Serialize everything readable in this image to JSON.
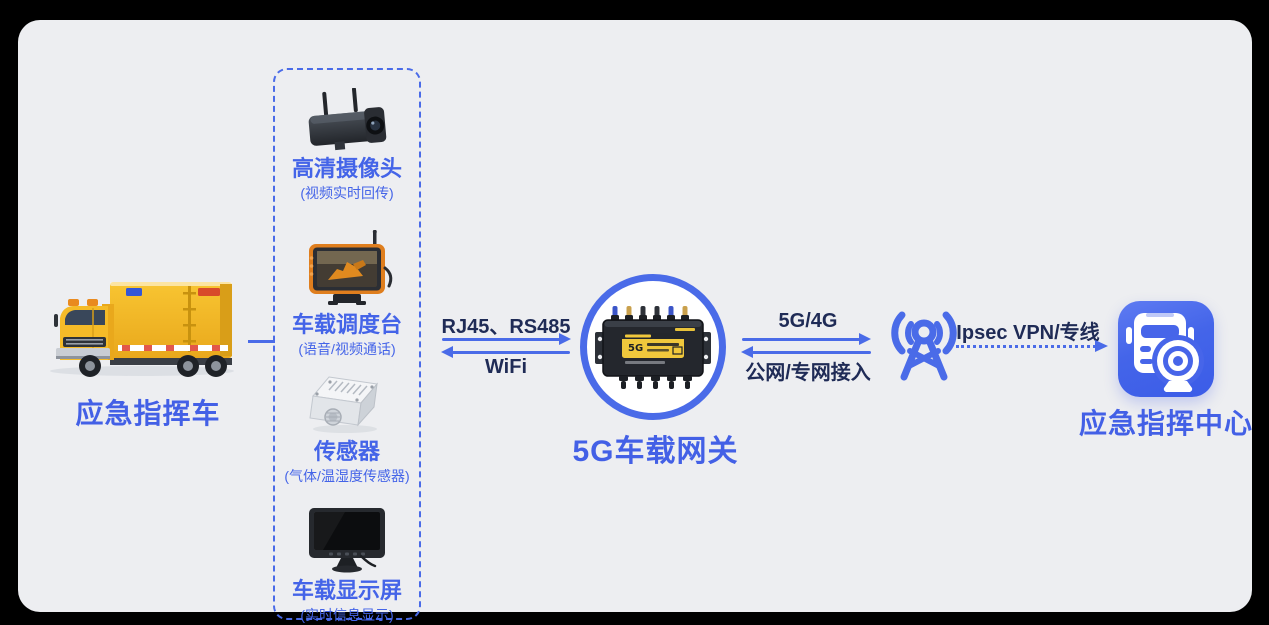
{
  "colors": {
    "background": "#000000",
    "panel": "#EDEEF1",
    "accent_blue": "#4A6BE8",
    "title_blue": "#4360E6",
    "link_label_navy": "#1F2B56",
    "truck_yellow": "#F5BB28",
    "router_label_yellow": "#F0C83C"
  },
  "vehicle": {
    "title": "应急指挥车",
    "icon": "command-vehicle-truck-icon"
  },
  "devices": {
    "items": [
      {
        "label": "高清摄像头",
        "subtitle": "(视频实时回传)",
        "icon": "hd-camera-icon"
      },
      {
        "label": "车载调度台",
        "subtitle": "(语音/视频通话)",
        "icon": "dispatch-console-icon"
      },
      {
        "label": "传感器",
        "subtitle": "(气体/温湿度传感器)",
        "icon": "sensor-icon"
      },
      {
        "label": "车载显示屏",
        "subtitle": "(实时信息显示)",
        "icon": "vehicle-display-icon"
      }
    ]
  },
  "gateway": {
    "title": "5G车载网关",
    "badge": "5G",
    "icon": "5g-router-icon"
  },
  "links": {
    "device_to_gateway": {
      "to_gateway": "RJ45、RS485",
      "from_gateway": "WiFi"
    },
    "gateway_to_tower": {
      "uplink": "5G/4G",
      "downlink": "公网/专网接入"
    },
    "tower_to_center": {
      "label": "Ipsec VPN/专线"
    }
  },
  "tower": {
    "icon": "signal-tower-icon"
  },
  "command_center": {
    "title": "应急指挥中心",
    "icon": "command-center-app-icon"
  }
}
